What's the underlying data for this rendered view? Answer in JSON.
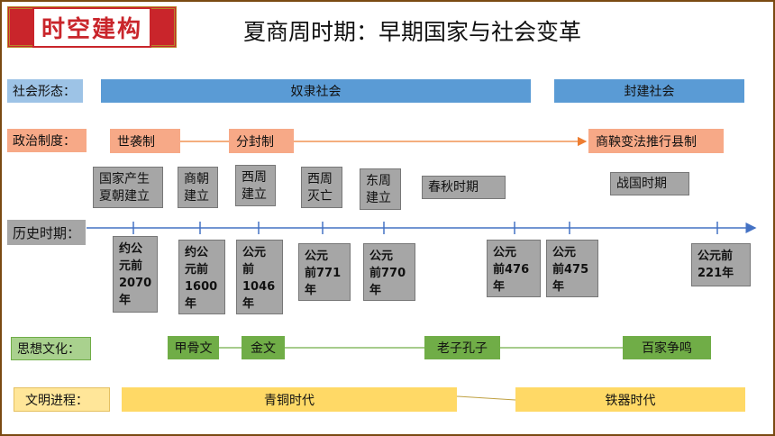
{
  "logo": {
    "text": "时空建构"
  },
  "title": "夏商周时期：早期国家与社会变革",
  "rows": {
    "social_form": {
      "label": "社会形态：",
      "slave": "奴隶社会",
      "feudal": "封建社会"
    },
    "politics": {
      "label": "政治制度：",
      "items": [
        "世袭制",
        "分封制",
        "商鞅变法推行县制"
      ]
    },
    "history": {
      "label": "历史时期："
    },
    "culture": {
      "label": "思想文化：",
      "items": [
        "甲骨文",
        "金文",
        "老子孔子",
        "百家争鸣"
      ]
    },
    "civilization": {
      "label": "文明进程：",
      "bronze": "青铜时代",
      "iron": "铁器时代"
    }
  },
  "events": [
    "国家产生\n夏朝建立",
    "商朝\n建立",
    "西周\n建立",
    "西周\n灭亡",
    "东周\n建立",
    "春秋时期",
    "战国时期"
  ],
  "dates": [
    "约公\n元前\n2070\n年",
    "约公\n元前\n1600\n年",
    "公元\n前\n1046\n年",
    "公元\n前771\n年",
    "公元\n前770\n年",
    "公元\n前476\n年",
    "公元\n前475\n年",
    "公元前\n221年"
  ]
}
